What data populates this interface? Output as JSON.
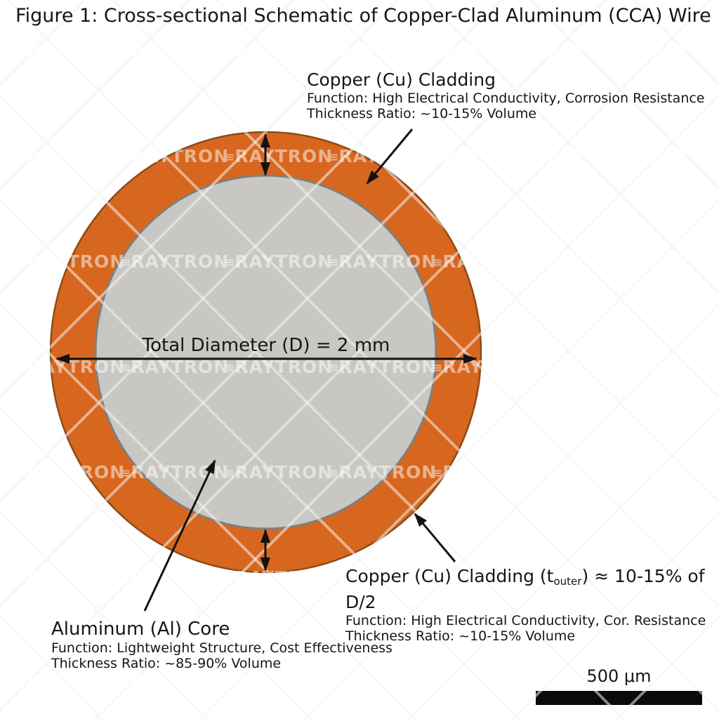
{
  "title": "Figure 1: Cross-sectional Schematic of Copper-Clad Aluminum (CCA) Wire",
  "watermark": {
    "prefix": "≡",
    "text": "RAYTRON"
  },
  "colors": {
    "copper": "#D7671F",
    "aluminum": "#C8C7C3"
  },
  "diagram": {
    "diameter_label": "Total Diameter (D) = 2 mm"
  },
  "labels": {
    "copper_top": {
      "title": "Copper (Cu) Cladding",
      "function": "Function: High Electrical Conductivity, Corrosion Resistance",
      "thickness": "Thickness Ratio: ~10-15% Volume"
    },
    "copper_bottom": {
      "title_pre": "Copper (Cu) Cladding (t",
      "title_sub": "outer",
      "title_post": ") ≈ 10-15% of D/2",
      "function": "Function:  High Electrical Conductivity, Cor. Resistance",
      "thickness": "Thickness Ratio: ~10-15% Volume"
    },
    "aluminum": {
      "title": "Aluminum (Al) Core",
      "function": "Function: Lightweight Structure, Cost Effectiveness",
      "thickness": "Thickness Ratio: ~85-90% Volume"
    }
  },
  "scale_bar": {
    "label": "500 μm"
  }
}
